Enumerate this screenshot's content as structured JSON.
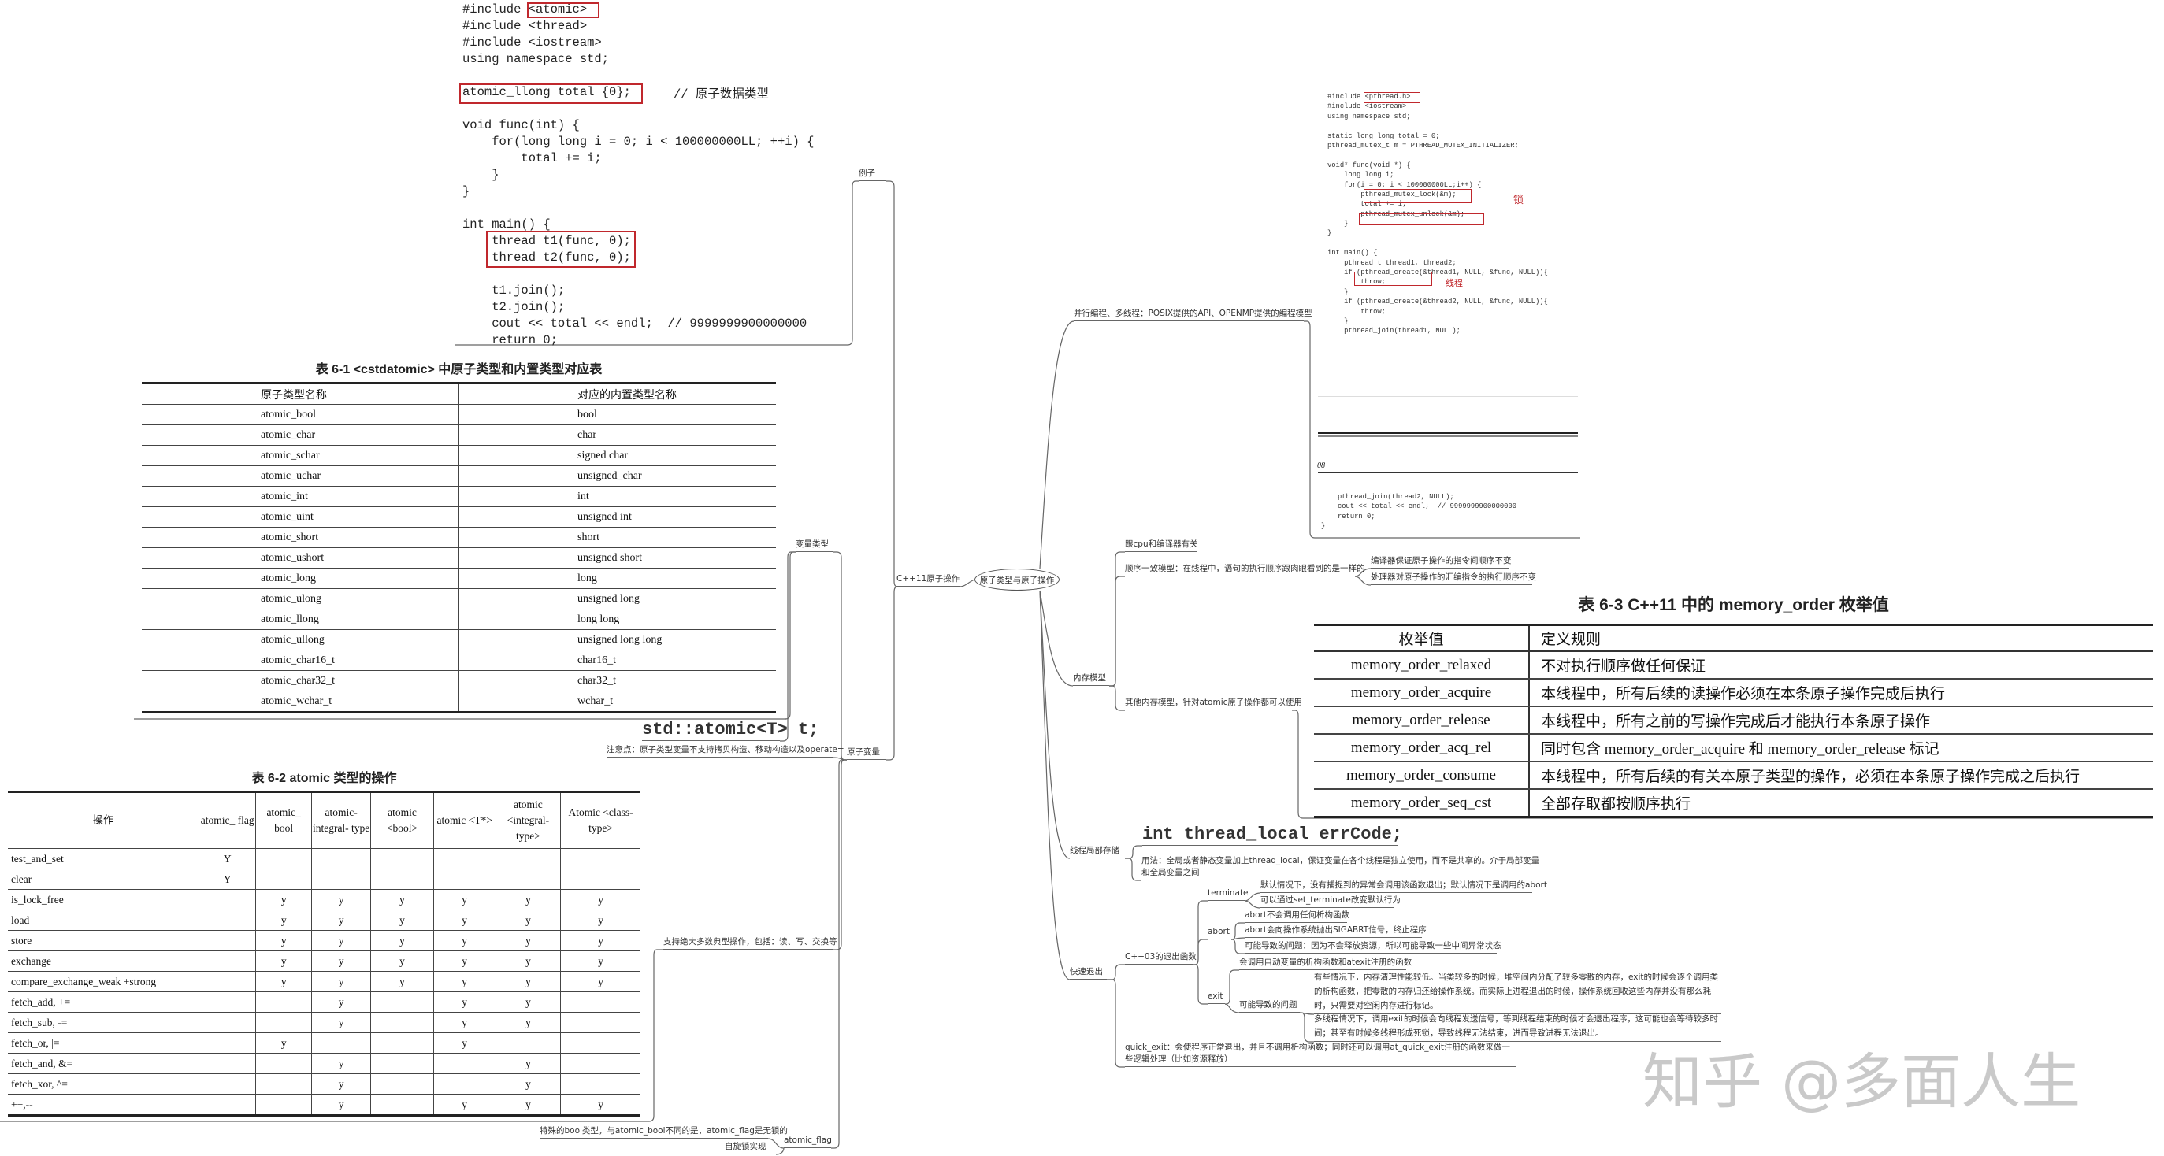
{
  "code_atomic": {
    "lines": [
      "#include <atomic>",
      "#include <thread>",
      "#include <iostream>",
      "using namespace std;",
      "",
      "atomic_llong total {0};",
      "",
      "void func(int) {",
      "    for(long long i = 0; i < 100000000LL; ++i) {",
      "        total += i;",
      "    }",
      "}",
      "",
      "int main() {",
      "    thread t1(func, 0);",
      "    thread t2(func, 0);",
      "",
      "    t1.join();",
      "    t2.join();",
      "    cout << total << endl;  // 9999999900000000",
      "    return 0;"
    ],
    "comment": "// 原子数据类型"
  },
  "code_pthread": {
    "lines": [
      "#include <pthread.h>",
      "#include <iostream>",
      "using namespace std;",
      "",
      "static long long total = 0;",
      "pthread_mutex_t m = PTHREAD_MUTEX_INITIALIZER;",
      "",
      "void* func(void *) {",
      "    long long i;",
      "    for(i = 0; i < 100000000LL;i++) {",
      "        pthread_mutex_lock(&m);",
      "        total += i;",
      "        pthread_mutex_unlock(&m);",
      "    }",
      "}",
      "",
      "int main() {",
      "    pthread_t thread1, thread2;",
      "    if (pthread_create(&thread1, NULL, &func, NULL)){",
      "        throw;",
      "    }",
      "    if (pthread_create(&thread2, NULL, &func, NULL)){",
      "        throw;",
      "    }",
      "    pthread_join(thread1, NULL);"
    ],
    "lines_cont": [
      "pthread_join(thread2, NULL);",
      "cout << total << endl;  // 9999999900000000",
      "return 0;"
    ],
    "closing_brace": "}",
    "page_mark": "08",
    "annotation_lock": "锁",
    "annotation_thread": "线程"
  },
  "table1": {
    "caption": "表 6-1   <cstdatomic> 中原子类型和内置类型对应表",
    "headers": [
      "原子类型名称",
      "对应的内置类型名称"
    ],
    "rows": [
      [
        "atomic_bool",
        "bool"
      ],
      [
        "atomic_char",
        "char"
      ],
      [
        "atomic_schar",
        "signed char"
      ],
      [
        "atomic_uchar",
        "unsigned_char"
      ],
      [
        "atomic_int",
        "int"
      ],
      [
        "atomic_uint",
        "unsigned int"
      ],
      [
        "atomic_short",
        "short"
      ],
      [
        "atomic_ushort",
        "unsigned short"
      ],
      [
        "atomic_long",
        "long"
      ],
      [
        "atomic_ulong",
        "unsigned long"
      ],
      [
        "atomic_llong",
        "long long"
      ],
      [
        "atomic_ullong",
        "unsigned long long"
      ],
      [
        "atomic_char16_t",
        "char16_t"
      ],
      [
        "atomic_char32_t",
        "char32_t"
      ],
      [
        "atomic_wchar_t",
        "wchar_t"
      ]
    ]
  },
  "table2": {
    "caption": "表 6-2   atomic 类型的操作",
    "headers": [
      "操作",
      "atomic_ flag",
      "atomic_ bool",
      "atomic- integral- type",
      "atomic <bool>",
      "atomic <T*>",
      "atomic <integral- type>",
      "Atomic <class-type>"
    ],
    "rows": [
      [
        "test_and_set",
        "Y",
        "",
        "",
        "",
        "",
        "",
        ""
      ],
      [
        "clear",
        "Y",
        "",
        "",
        "",
        "",
        "",
        ""
      ],
      [
        "is_lock_free",
        "",
        "y",
        "y",
        "y",
        "y",
        "y",
        "y"
      ],
      [
        "load",
        "",
        "y",
        "y",
        "y",
        "y",
        "y",
        "y"
      ],
      [
        "store",
        "",
        "y",
        "y",
        "y",
        "y",
        "y",
        "y"
      ],
      [
        "exchange",
        "",
        "y",
        "y",
        "y",
        "y",
        "y",
        "y"
      ],
      [
        "compare_exchange_weak +strong",
        "",
        "y",
        "y",
        "y",
        "y",
        "y",
        "y"
      ],
      [
        "fetch_add, +=",
        "",
        "",
        "y",
        "",
        "y",
        "y",
        ""
      ],
      [
        "fetch_sub, -=",
        "",
        "",
        "y",
        "",
        "y",
        "y",
        ""
      ],
      [
        "fetch_or, |=",
        "",
        "y",
        "",
        "",
        "y",
        "",
        ""
      ],
      [
        "fetch_and, &=",
        "",
        "",
        "y",
        "",
        "",
        "y",
        ""
      ],
      [
        "fetch_xor, ^=",
        "",
        "",
        "y",
        "",
        "",
        "y",
        ""
      ],
      [
        "++,--",
        "",
        "",
        "y",
        "",
        "y",
        "y",
        "y"
      ]
    ]
  },
  "table3": {
    "caption": "表 6-3   C++11 中的 memory_order 枚举值",
    "headers": [
      "枚举值",
      "定义规则"
    ],
    "rows": [
      [
        "memory_order_relaxed",
        "不对执行顺序做任何保证"
      ],
      [
        "memory_order_acquire",
        "本线程中，所有后续的读操作必须在本条原子操作完成后执行"
      ],
      [
        "memory_order_release",
        "本线程中，所有之前的写操作完成后才能执行本条原子操作"
      ],
      [
        "memory_order_acq_rel",
        "同时包含 memory_order_acquire 和 memory_order_release 标记"
      ],
      [
        "memory_order_consume",
        "本线程中，所有后续的有关本原子类型的操作，必须在本条原子操作完成之后执行"
      ],
      [
        "memory_order_seq_cst",
        "全部存取都按顺序执行"
      ]
    ]
  },
  "mindmap": {
    "root": "原子类型与原子操作",
    "cpp11": "C++11原子操作",
    "ex": "例子",
    "var": "原子变量",
    "vtype": "变量类型",
    "stdatomic": "std::atomic<T> t;",
    "note": "注意点：原子类型变量不支持拷贝构造、移动构造以及operate=",
    "ops": "支持绝大多数典型操作，包括：读、写、交换等",
    "flag": "atomic_flag",
    "spec": "特殊的bool类型，与atomic_bool不同的是，atomic_flag是无锁的",
    "spin": "自旋锁实现",
    "par": "并行编程、多线程：POSIX提供的API、OPENMP提供的编程模型",
    "mem": "内存模型",
    "mem_cpu": "跟cpu和编译器有关",
    "mem_seq": "顺序一致模型：在线程中，语句的执行顺序跟肉眼看到的是一样的",
    "mem_other": "其他内存模型，针对atomic原子操作都可以使用",
    "seq_c": "编译器保证原子操作的指令间顺序不变",
    "seq_p": "处理器对原子操作的汇编指令的执行顺序不变",
    "tls": "线程局部存储",
    "tls_code": "int thread_local errCode;",
    "tls_use": "用法：全局或者静态变量加上thread_local，保证变量在各个线程是独立使用，而不是共享的。介于局部变量和全局变量之间",
    "exit": "快速退出",
    "c03": "C++03的退出函数",
    "qe": "quick_exit：会使程序正常退出，并且不调用析构函数；同时还可以调用at_quick_exit注册的函数来做一些逻辑处理（比如资源释放）",
    "term": "terminate",
    "abort": "abort",
    "exitf": "exit",
    "t1": "默认情况下，没有捕捉到的异常会调用该函数退出；默认情况下是调用的abort",
    "t2": "可以通过set_terminate改变默认行为",
    "a1": "abort不会调用任何析构函数",
    "a2": "abort会向操作系统抛出SIGABRT信号，终止程序",
    "a3": "可能导致的问题：因为不会释放资源，所以可能导致一些中间异常状态",
    "e1": "会调用自动变量的析构函数和atexit注册的函数",
    "e2": "可能导致的问题",
    "p1": "有些情况下，内存清理性能较低。当类较多的时候，堆空间内分配了较多零散的内存，exit的时候会逐个调用类的析构函数，把零散的内存归还给操作系统。而实际上进程退出的时候，操作系统回收这些内存并没有那么耗时，只需要对空闲内存进行标记。",
    "p2": "多线程情况下，调用exit的时候会向线程发送信号，等到线程结束的时候才会退出程序，这可能也会等待较多时间；甚至有时候多线程形成死锁，导致线程无法结束，进而导致进程无法退出。"
  },
  "watermark": "知乎 @多面人生",
  "colors": {
    "highlight_box": "#c0282d",
    "watermark": "#c9c9c9"
  }
}
